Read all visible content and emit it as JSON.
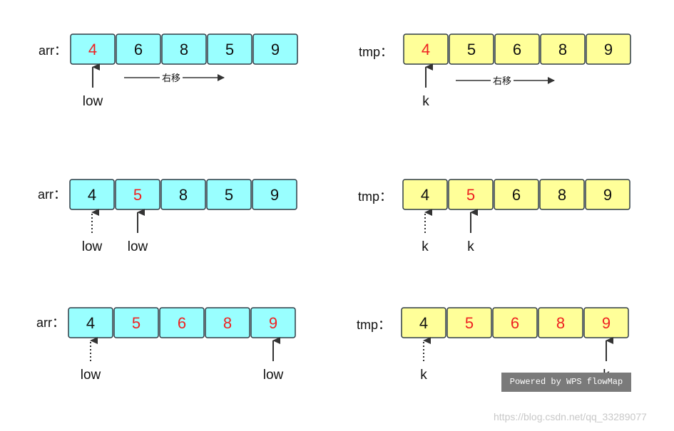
{
  "colors": {
    "arr_fill": "#99ffff",
    "tmp_fill": "#ffff99",
    "cell_stroke": "#2f3b45",
    "text_normal": "#111111",
    "text_highlight": "#ee2222",
    "arrow": "#333333"
  },
  "arrow_icon": "arrow-up-icon",
  "shift_arrow_icon": "arrow-right-icon",
  "rows": [
    {
      "left": {
        "label": "arr：",
        "cells": [
          {
            "value": "4",
            "highlight": true
          },
          {
            "value": "6",
            "highlight": false
          },
          {
            "value": "8",
            "highlight": false
          },
          {
            "value": "5",
            "highlight": false
          },
          {
            "value": "9",
            "highlight": false
          }
        ],
        "pointers": [
          {
            "cell": 0,
            "label": "low",
            "dashed": false
          }
        ],
        "shift": {
          "label": "右移"
        }
      },
      "right": {
        "label": "tmp：",
        "cells": [
          {
            "value": "4",
            "highlight": true
          },
          {
            "value": "5",
            "highlight": false
          },
          {
            "value": "6",
            "highlight": false
          },
          {
            "value": "8",
            "highlight": false
          },
          {
            "value": "9",
            "highlight": false
          }
        ],
        "pointers": [
          {
            "cell": 0,
            "label": "k",
            "dashed": false
          }
        ],
        "shift": {
          "label": "右移"
        }
      }
    },
    {
      "left": {
        "label": "arr：",
        "cells": [
          {
            "value": "4",
            "highlight": false
          },
          {
            "value": "5",
            "highlight": true
          },
          {
            "value": "8",
            "highlight": false
          },
          {
            "value": "5",
            "highlight": false
          },
          {
            "value": "9",
            "highlight": false
          }
        ],
        "pointers": [
          {
            "cell": 0,
            "label": "low",
            "dashed": true
          },
          {
            "cell": 1,
            "label": "low",
            "dashed": false
          }
        ],
        "shift": null
      },
      "right": {
        "label": "tmp：",
        "cells": [
          {
            "value": "4",
            "highlight": false
          },
          {
            "value": "5",
            "highlight": true
          },
          {
            "value": "6",
            "highlight": false
          },
          {
            "value": "8",
            "highlight": false
          },
          {
            "value": "9",
            "highlight": false
          }
        ],
        "pointers": [
          {
            "cell": 0,
            "label": "k",
            "dashed": true
          },
          {
            "cell": 1,
            "label": "k",
            "dashed": false
          }
        ],
        "shift": null
      }
    },
    {
      "left": {
        "label": "arr：",
        "cells": [
          {
            "value": "4",
            "highlight": false
          },
          {
            "value": "5",
            "highlight": true
          },
          {
            "value": "6",
            "highlight": true
          },
          {
            "value": "8",
            "highlight": true
          },
          {
            "value": "9",
            "highlight": true
          }
        ],
        "pointers": [
          {
            "cell": 0,
            "label": "low",
            "dashed": true
          },
          {
            "cell": 4,
            "label": "low",
            "dashed": false
          }
        ],
        "shift": null
      },
      "right": {
        "label": "tmp：",
        "cells": [
          {
            "value": "4",
            "highlight": false
          },
          {
            "value": "5",
            "highlight": true
          },
          {
            "value": "6",
            "highlight": true
          },
          {
            "value": "8",
            "highlight": true
          },
          {
            "value": "9",
            "highlight": true
          }
        ],
        "pointers": [
          {
            "cell": 0,
            "label": "k",
            "dashed": true
          },
          {
            "cell": 4,
            "label": "k",
            "dashed": false
          }
        ],
        "shift": null
      }
    }
  ],
  "badge": {
    "text": "Powered by WPS flowMap"
  },
  "watermark": {
    "text": "https://blog.csdn.net/qq_33289077"
  }
}
